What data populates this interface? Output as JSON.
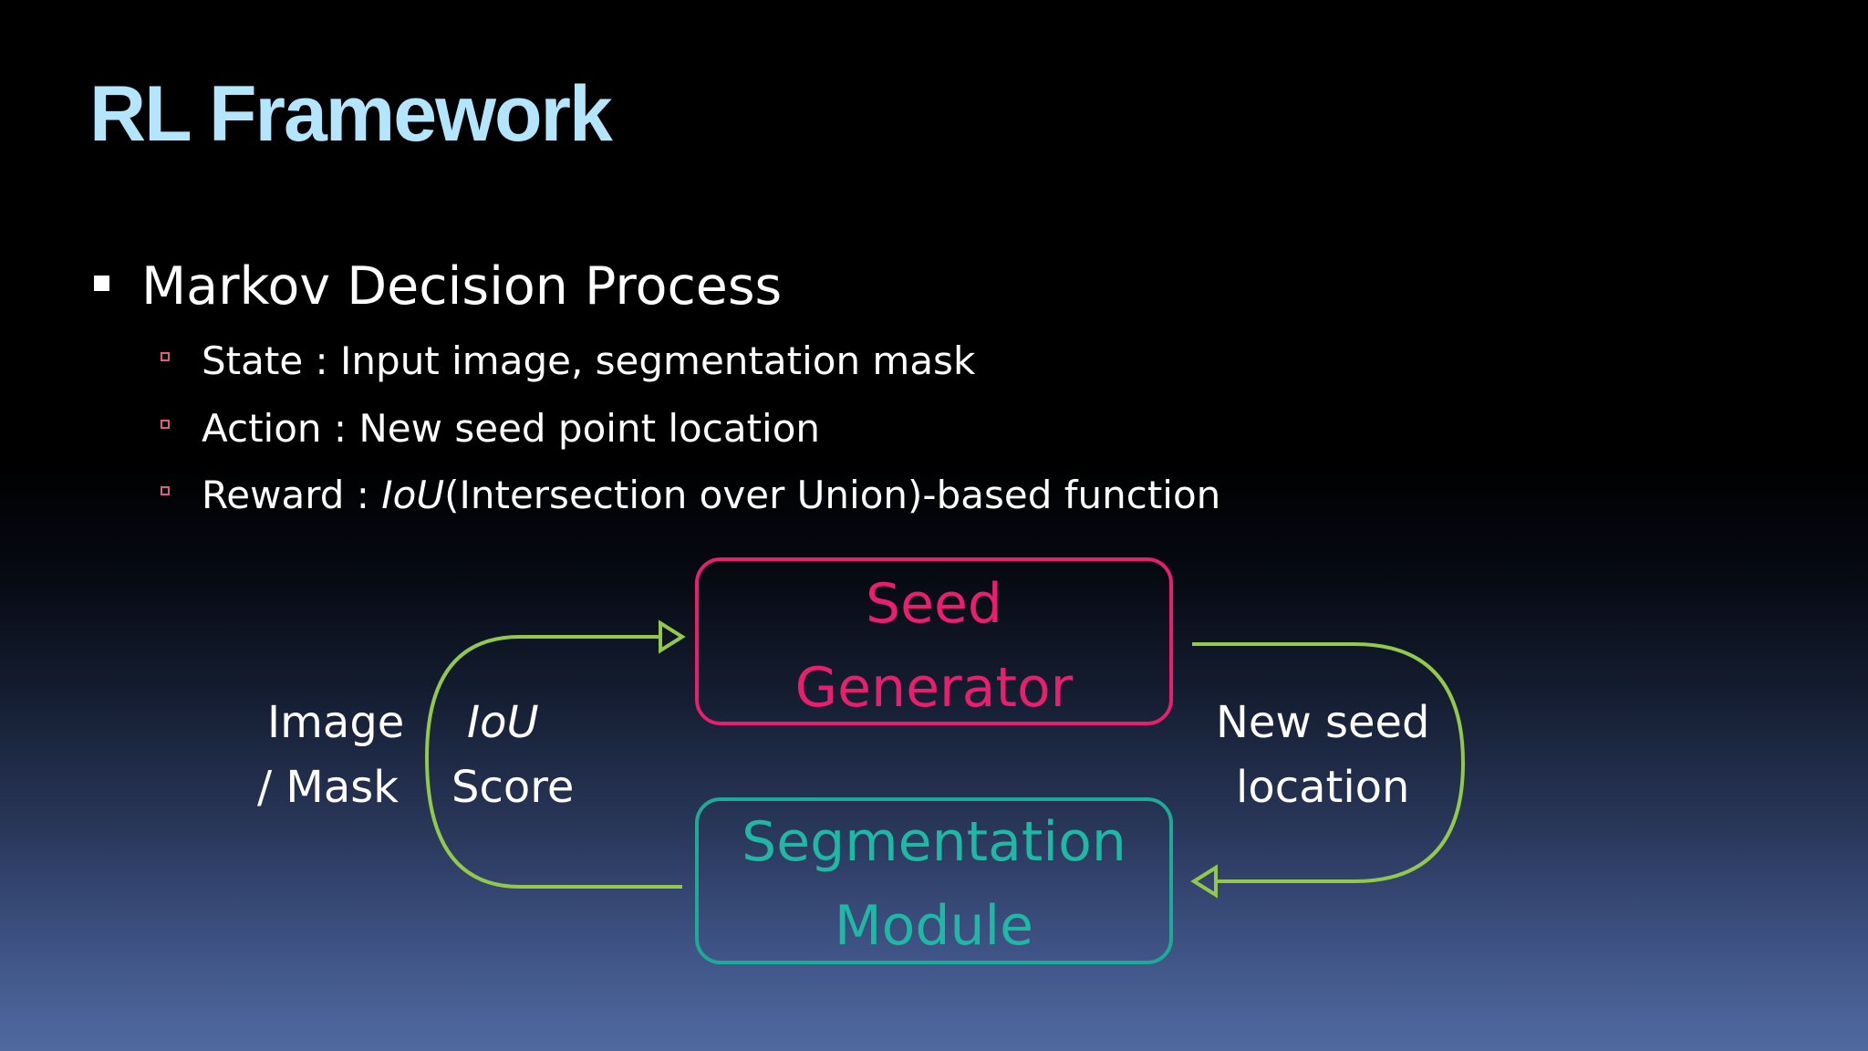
{
  "slide": {
    "title": "RL Framework",
    "bullet": "Markov Decision Process",
    "sub_bullets": [
      {
        "text": "State : Input image, segmentation mask"
      },
      {
        "text": "Action : New seed point location"
      },
      {
        "prefix": "Reward : ",
        "italic": "IoU",
        "suffix": "(Intersection over Union)-based function"
      }
    ]
  },
  "diagram": {
    "seed_box": {
      "line1": "Seed",
      "line2": "Generator"
    },
    "seg_box": {
      "line1": "Segmentation",
      "line2": "Module"
    },
    "left_labels": {
      "image_line1": "Image",
      "image_line2": "/ Mask",
      "iou_italic": "IoU",
      "score": "Score"
    },
    "right_labels": {
      "line1": "New seed",
      "line2": "location"
    }
  },
  "colors": {
    "title": "#b3e6fc",
    "seed": "#e81e6e",
    "segmentation": "#1fa997",
    "arrow": "#92c94c",
    "sub_bullet_marker": "#e25a86"
  }
}
